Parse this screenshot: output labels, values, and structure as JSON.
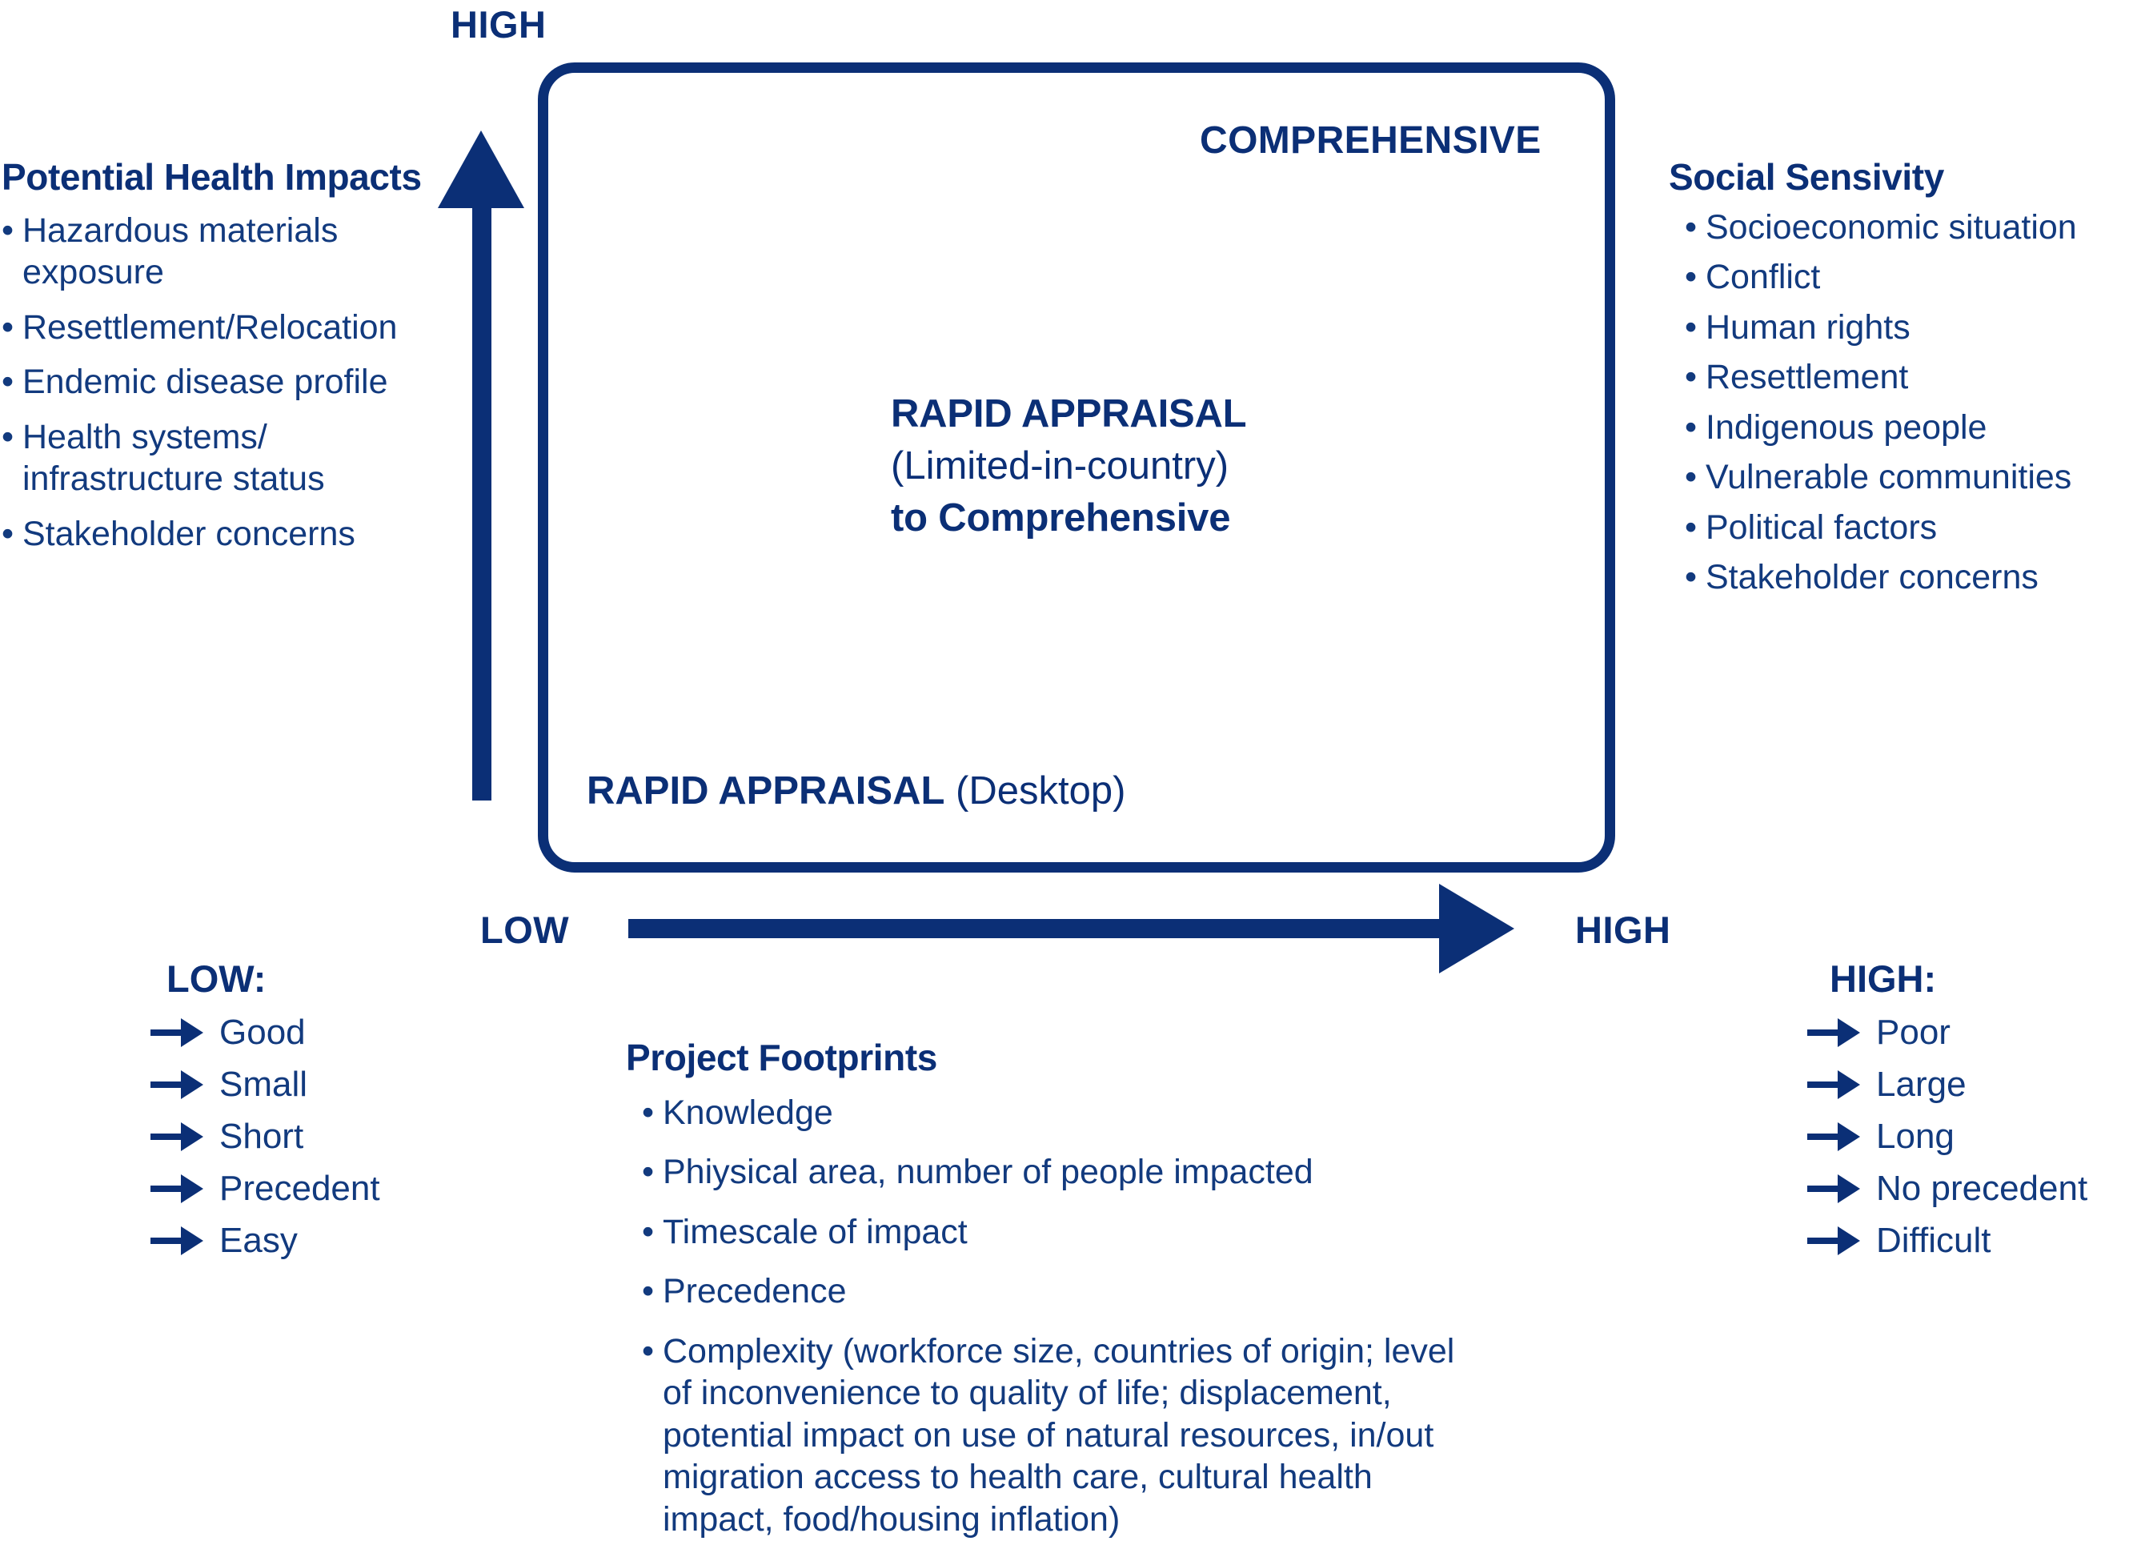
{
  "axes": {
    "y_top_label": "HIGH",
    "x_left_label": "LOW",
    "x_right_label": "HIGH"
  },
  "matrix": {
    "top_right_label": "COMPREHENSIVE",
    "center": {
      "line1": "RAPID APPRAISAL",
      "line2": "(Limited-in-country)",
      "line3": "to Comprehensive"
    },
    "bottom_left": {
      "bold": "RAPID APPRAISAL",
      "normal": "(Desktop)"
    }
  },
  "left_panel": {
    "title": "Potential Health Impacts",
    "items": [
      "Hazardous materials exposure",
      "Resettlement/Relocation",
      "Endemic disease profile",
      "Health systems/ infrastructure status",
      "Stakeholder concerns"
    ]
  },
  "right_panel": {
    "title": "Social Sensivity",
    "items": [
      "Socioeconomic situation",
      "Conflict",
      "Human rights",
      "Resettlement",
      "Indigenous people",
      "Vulnerable communities",
      "Political factors",
      "Stakeholder concerns"
    ]
  },
  "bottom_left_legend": {
    "title": "LOW:",
    "items": [
      "Good",
      "Small",
      "Short",
      "Precedent",
      "Easy"
    ]
  },
  "bottom_right_legend": {
    "title": "HIGH:",
    "items": [
      "Poor",
      "Large",
      "Long",
      "No precedent",
      "Difficult"
    ]
  },
  "footprints": {
    "title": "Project Footprints",
    "items": [
      "Knowledge",
      "Phiysical area, number of people impacted",
      "Timescale of impact",
      "Precedence",
      "Complexity (workforce size, countries of origin; level of inconvenience to quality of life; displacement, potential impact on use of natural resources, in/out migration access to health care, cultural health impact, food/housing inflation)"
    ]
  },
  "colors": {
    "brand_blue": "#0b2f76",
    "text_blue": "#123a7e",
    "background": "#ffffff"
  }
}
